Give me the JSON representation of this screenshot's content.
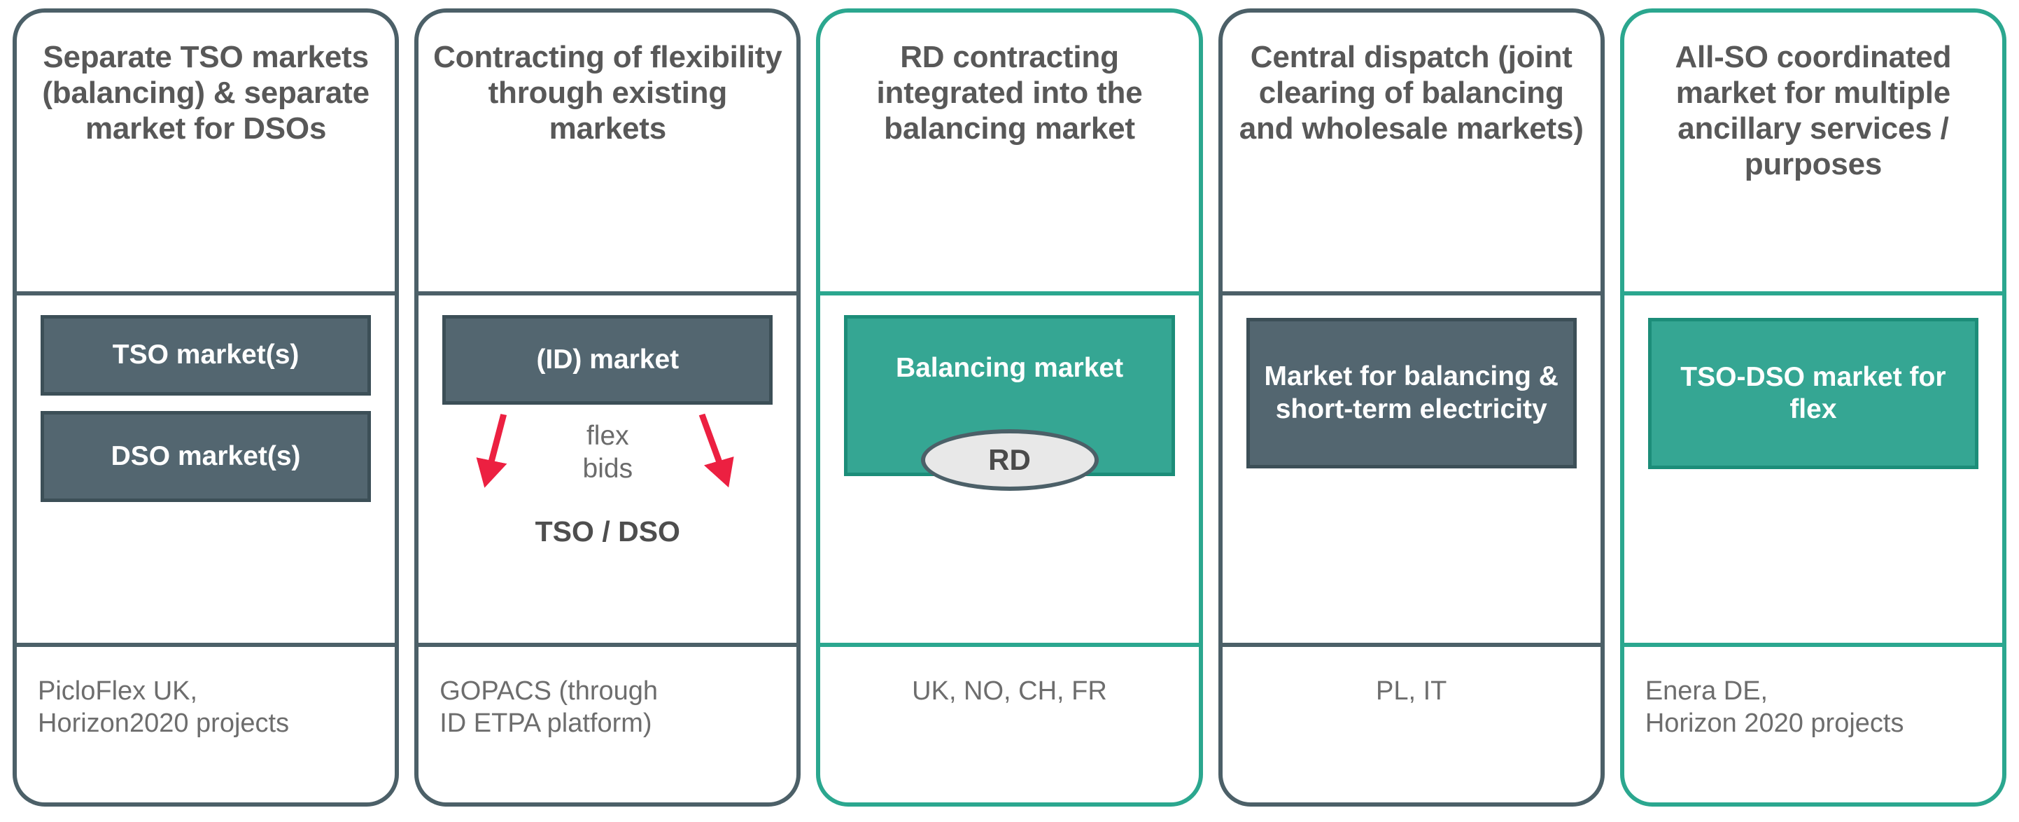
{
  "colors": {
    "outline_grey": "#4c6068",
    "outline_teal": "#2ba78f",
    "box_grey": "#536670",
    "box_teal": "#35a693",
    "arrow_red": "#ec2041",
    "title_text": "#585858",
    "footer_text": "#6d6d6d"
  },
  "columns": [
    {
      "title": "Separate TSO markets (balancing) & separate market for DSOs",
      "accent": false,
      "boxes": [
        {
          "label": "TSO market(s)"
        },
        {
          "label": "DSO market(s)"
        }
      ],
      "footer": "PicloFlex UK,\nHorizon2020 projects"
    },
    {
      "title": "Contracting of flexibility through existing markets",
      "accent": false,
      "boxes": [
        {
          "label": "(ID) market"
        }
      ],
      "arrow_label": "flex\nbids",
      "actor_label": "TSO / DSO",
      "footer": "GOPACS (through\nID ETPA platform)"
    },
    {
      "title": "RD contracting integrated into the balancing market",
      "accent": true,
      "boxes": [
        {
          "label": "Balancing market",
          "inner_label": "RD"
        }
      ],
      "footer": "UK, NO, CH, FR"
    },
    {
      "title": "Central dispatch (joint clearing of balancing and wholesale markets)",
      "accent": false,
      "boxes": [
        {
          "label": "Market for balancing & short-term electricity"
        }
      ],
      "footer": "PL, IT"
    },
    {
      "title": "All-SO coordinated market for multiple ancillary services / purposes",
      "accent": true,
      "boxes": [
        {
          "label": "TSO-DSO market  for flex"
        }
      ],
      "footer": "Enera DE,\nHorizon 2020 projects"
    }
  ]
}
